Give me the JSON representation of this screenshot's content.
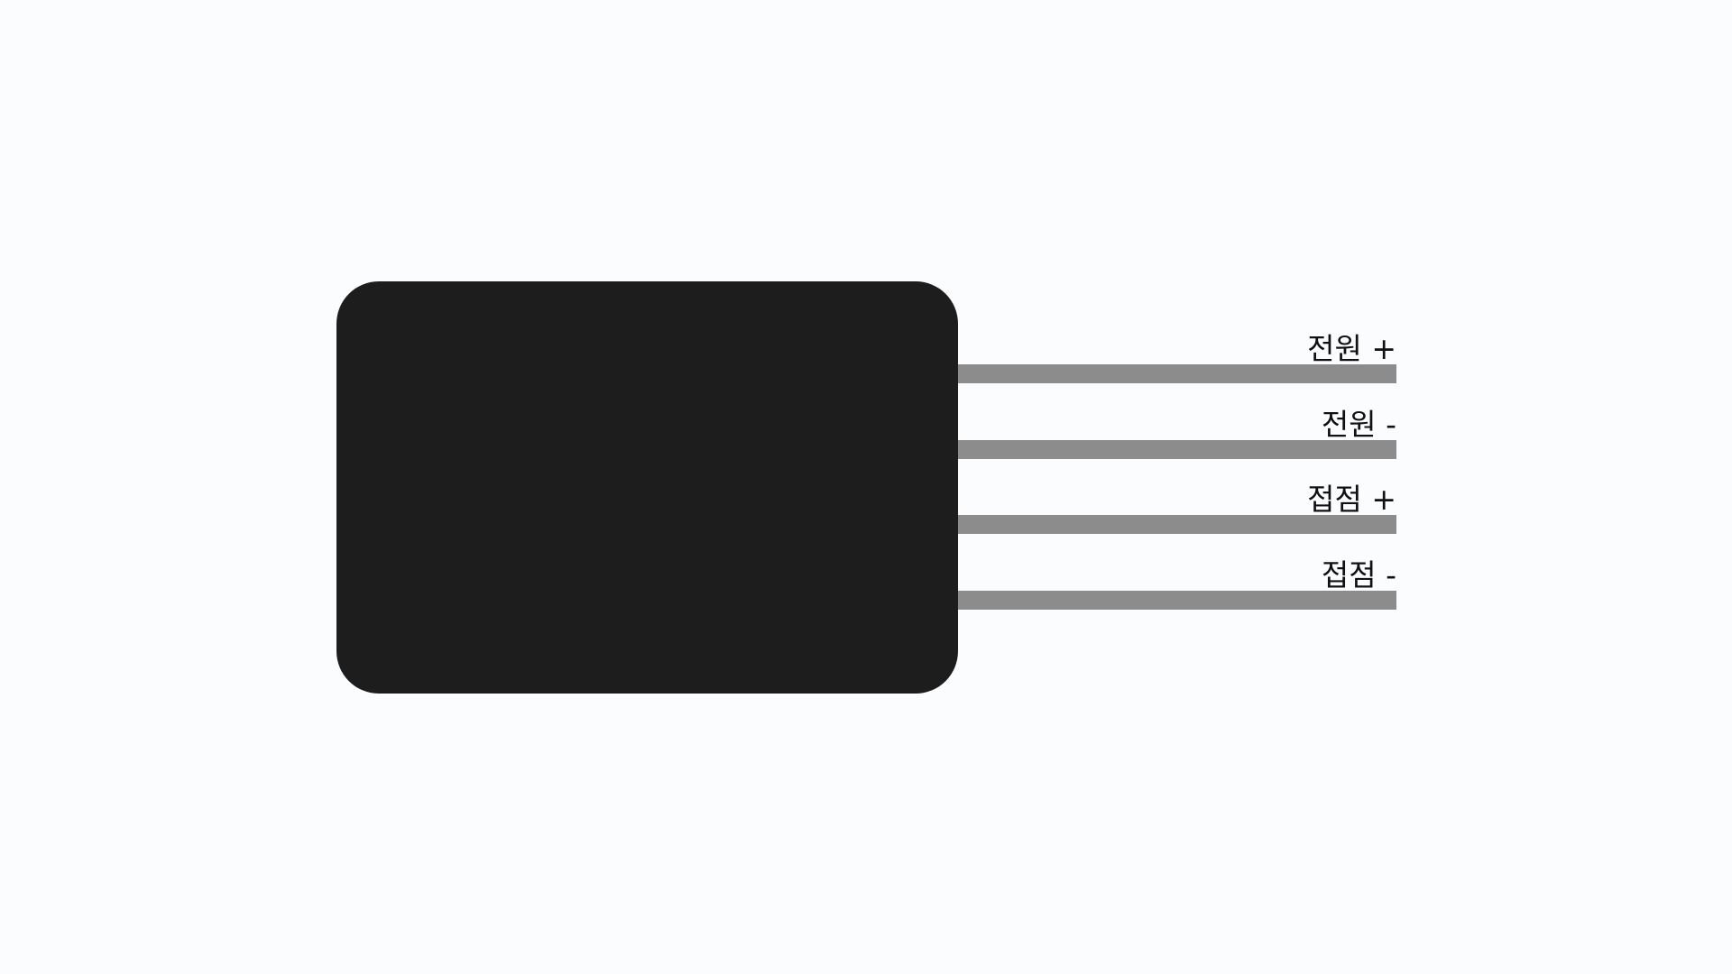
{
  "device": {
    "body_color": "#1d1d1d",
    "lead_color": "#8c8c8c"
  },
  "wires": [
    {
      "label": "전원 +"
    },
    {
      "label": "전원 -"
    },
    {
      "label": "접점 +"
    },
    {
      "label": "접점 -"
    }
  ]
}
